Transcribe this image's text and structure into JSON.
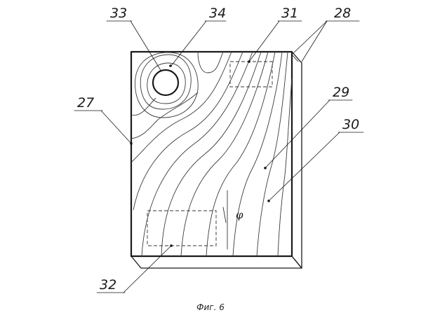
{
  "labels": {
    "l27": "27",
    "l28": "28",
    "l29": "29",
    "l30": "30",
    "l31": "31",
    "l32": "32",
    "l33": "33",
    "l34": "34"
  },
  "angle_symbol": "φ",
  "caption": "Фиг. 6"
}
